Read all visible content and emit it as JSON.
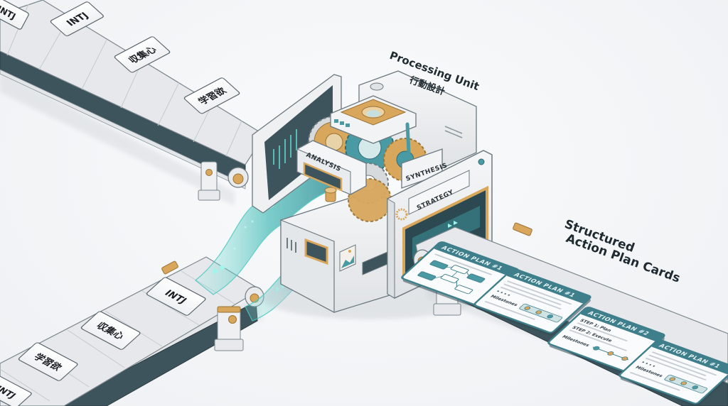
{
  "title": {
    "processing_unit": "Processing Unit",
    "processing_unit_jp": "行動設計",
    "output_line1": "Structured",
    "output_line2": "Action Plan Cards"
  },
  "input_belt_top": {
    "cards": [
      "INTJ",
      "INTJ",
      "収集心",
      "学習欲"
    ]
  },
  "input_belt_bottom": {
    "cards": [
      "INTJ",
      "収集心",
      "学習欲",
      "INTJ"
    ]
  },
  "machine": {
    "stages": [
      "ANALYSIS",
      "SYNTHESIS",
      "STRATEGY"
    ]
  },
  "output_cards": [
    {
      "title": "ACTION PLAN #1",
      "kind": "flowchart"
    },
    {
      "title": "ACTION PLAN #1",
      "kind": "milestones",
      "sub": "Milestones"
    },
    {
      "title": "ACTION PLAN #2",
      "kind": "steps",
      "steps": [
        "STEP 1: Plan",
        "STEP 2: Execute"
      ],
      "sub": "Milestones"
    },
    {
      "title": "ACTION PLAN #1",
      "kind": "milestones",
      "sub": "Milestones"
    }
  ],
  "colors": {
    "belt_surface": "#e6e8eb",
    "belt_dark": "#3e545c",
    "teal": "#3d8a99",
    "teal_glow": "#5fd6d0",
    "gold": "#d8a75c",
    "machine_body": "#eceef0",
    "card_header": "#3f7f8c"
  }
}
